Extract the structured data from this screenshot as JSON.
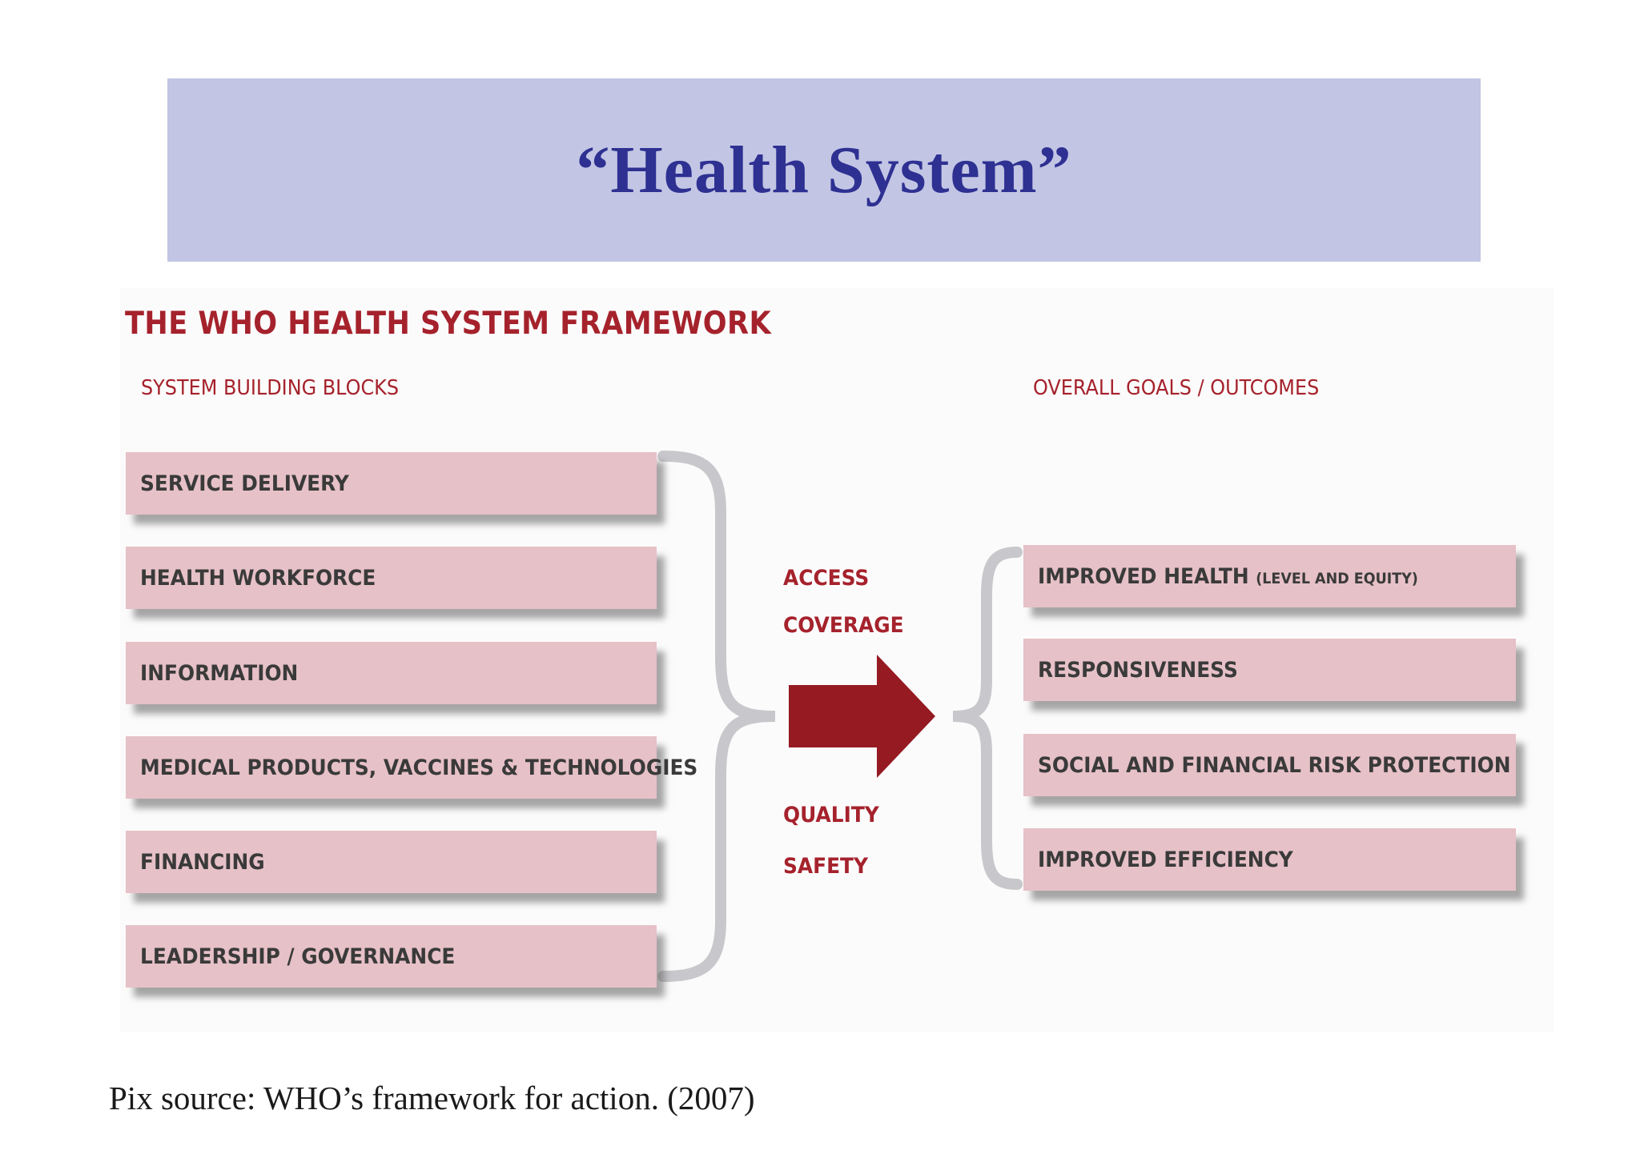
{
  "slide": {
    "title": "“Health System”",
    "source": "Pix source: WHO’s framework for action. (2007)"
  },
  "framework": {
    "title": "THE WHO HEALTH SYSTEM FRAMEWORK",
    "left_header": "SYSTEM BUILDING BLOCKS",
    "right_header": "OVERALL GOALS / OUTCOMES",
    "building_blocks": [
      "SERVICE DELIVERY",
      "HEALTH WORKFORCE",
      "INFORMATION",
      "MEDICAL PRODUCTS, VACCINES & TECHNOLOGIES",
      "FINANCING",
      "LEADERSHIP / GOVERNANCE"
    ],
    "attributes": [
      "ACCESS",
      "COVERAGE",
      "QUALITY",
      "SAFETY"
    ],
    "goals": [
      {
        "main": "IMPROVED HEALTH",
        "note": "(LEVEL AND EQUITY)"
      },
      {
        "main": "RESPONSIVENESS",
        "note": ""
      },
      {
        "main": "SOCIAL AND FINANCIAL RISK PROTECTION",
        "note": ""
      },
      {
        "main": "IMPROVED EFFICIENCY",
        "note": ""
      }
    ],
    "colors": {
      "title_band": "#c2c6e4",
      "title_text": "#2e3092",
      "accent_red": "#a5222c",
      "arrow": "#951a22",
      "block_fill": "#e6c1c7",
      "brace": "#c8c8cc"
    }
  }
}
